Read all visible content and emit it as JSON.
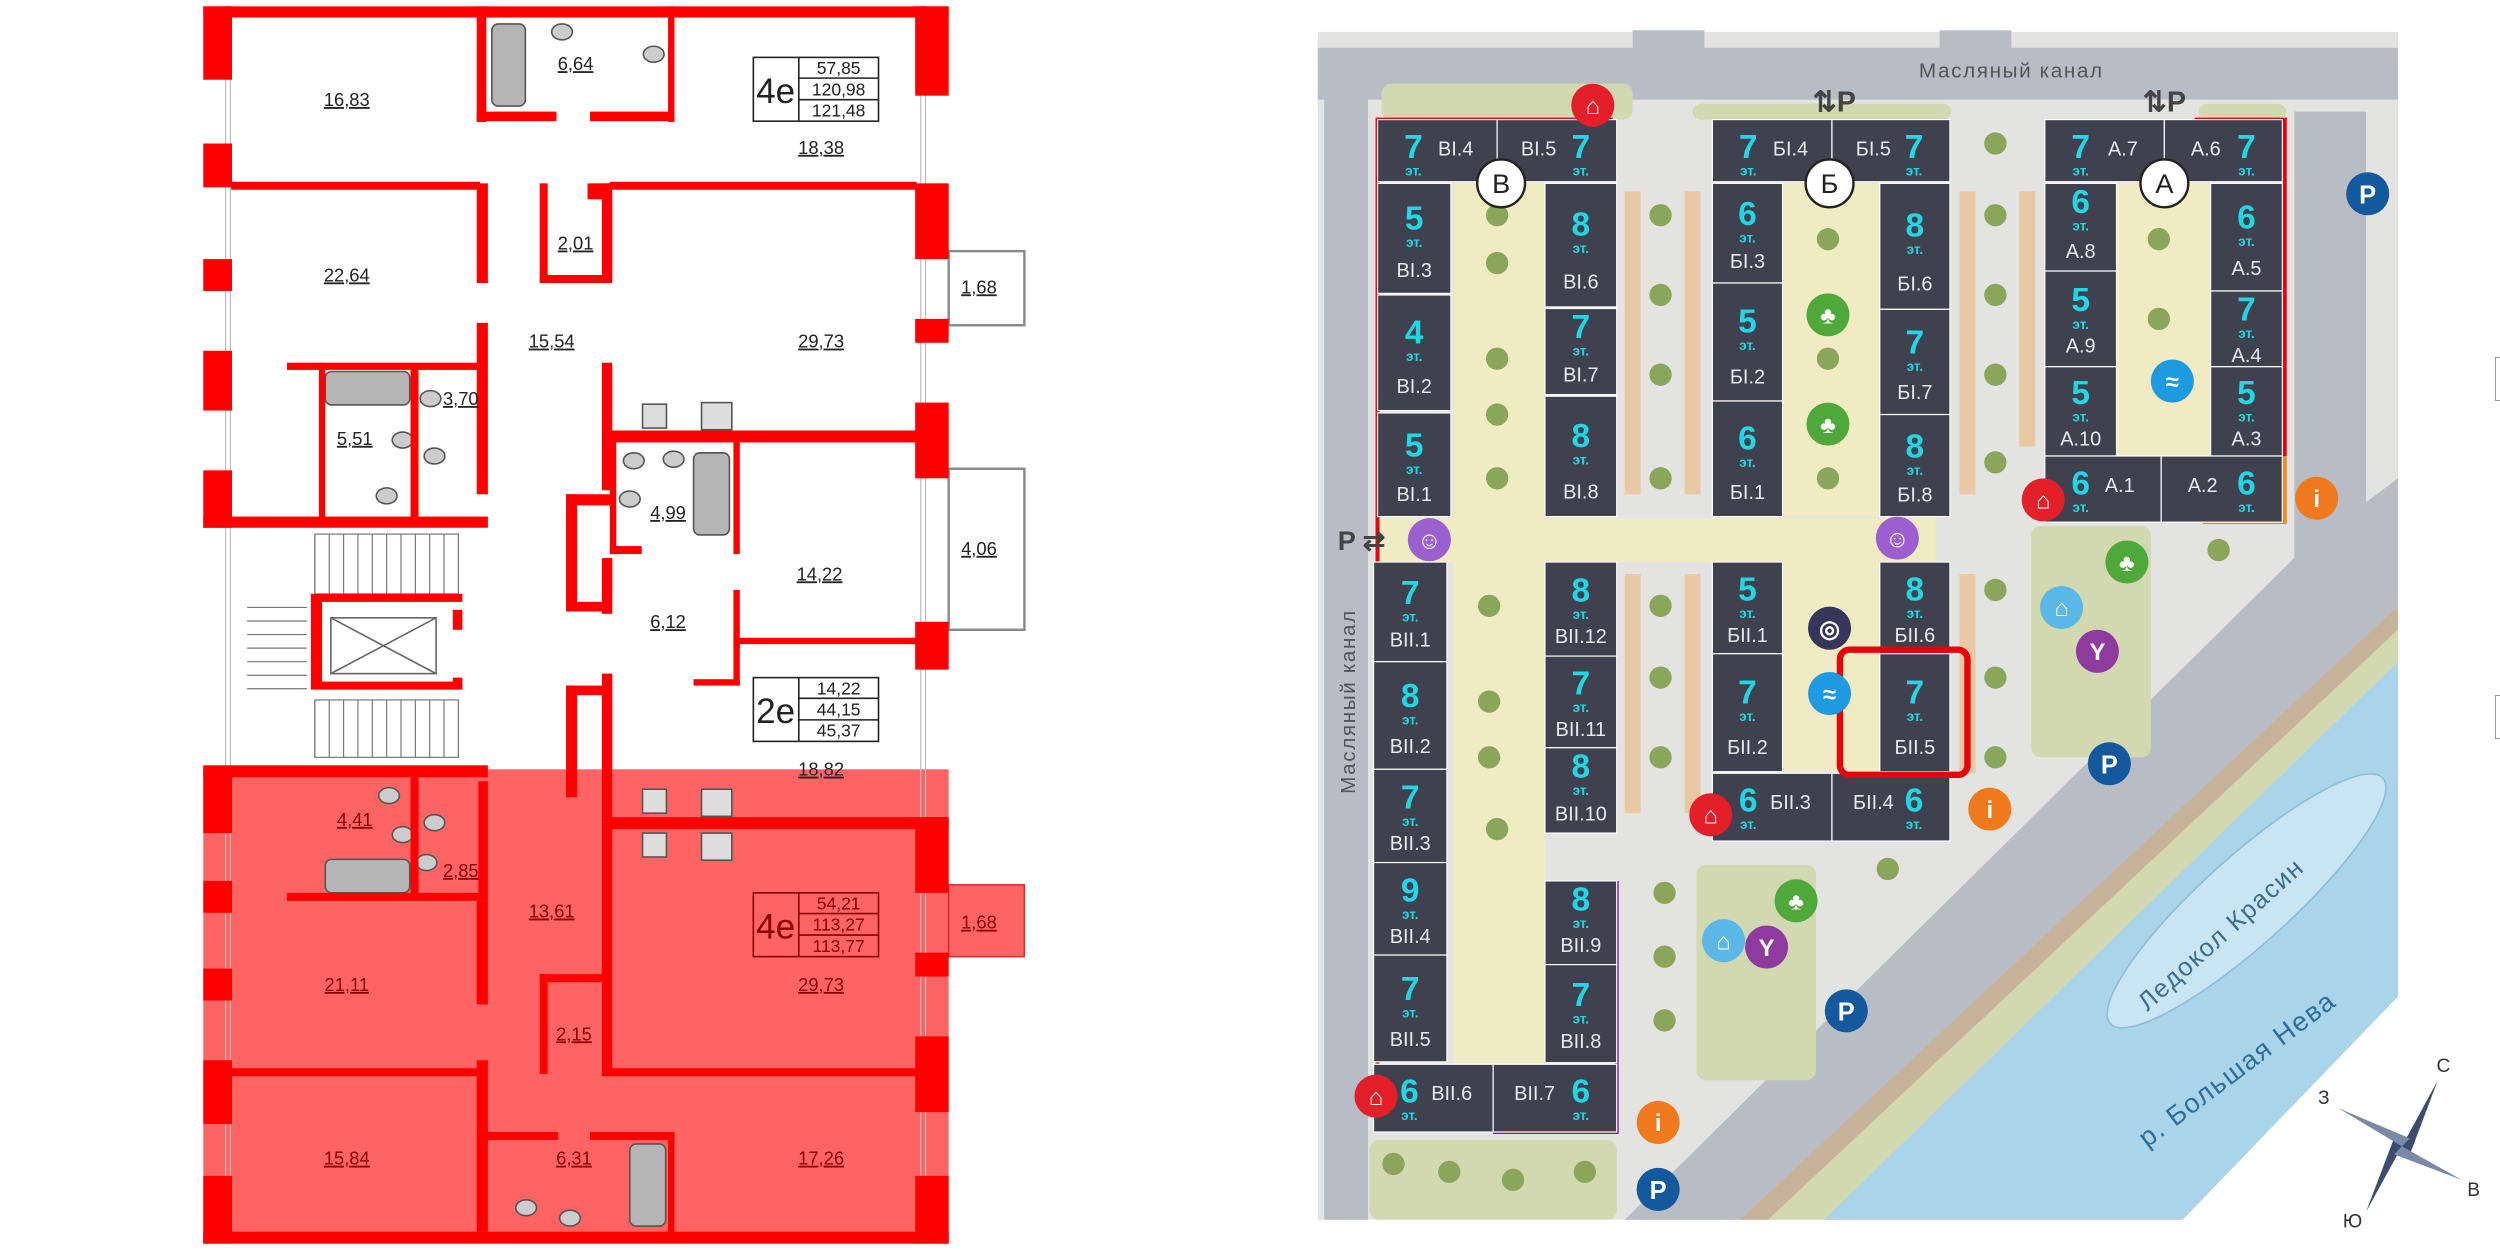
{
  "floor_plan": {
    "apartments": [
      {
        "type": "4е",
        "areas": [
          "57,85",
          "120,98",
          "121,48"
        ],
        "selected": false
      },
      {
        "type": "2е",
        "areas": [
          "14,22",
          "44,15",
          "45,37"
        ],
        "selected": false
      },
      {
        "type": "4е",
        "areas": [
          "54,21",
          "113,27",
          "113,77"
        ],
        "selected": true
      }
    ],
    "rooms": [
      "16,83",
      "6,64",
      "18,38",
      "22,64",
      "2,01",
      "1,68",
      "15,54",
      "29,73",
      "3,70",
      "5,51",
      "4,99",
      "14,22",
      "4,06",
      "6,12",
      "18,82",
      "4,41",
      "2,85",
      "13,61",
      "1,68",
      "21,11",
      "29,73",
      "2,15",
      "15,84",
      "6,31",
      "17,26"
    ],
    "colors": {
      "wall": "#ff0000",
      "selected_fill": "#ff6464",
      "selected_text": "#8a0000"
    }
  },
  "site_map": {
    "labels": {
      "canal_top": "Масляный канал",
      "canal_left": "Масляный канал",
      "icebreaker": "Ледокол Красин",
      "river": "р. Большая Нева",
      "parking_entry_1": "⇅P",
      "parking_entry_2": "⇅P",
      "parking_side": "P ⇄"
    },
    "floor_suffix": "эт.",
    "sections": [
      "В",
      "Б",
      "А"
    ],
    "selected_block": "БII.5",
    "blocks": [
      {
        "name": "ВI.4",
        "floors": "7"
      },
      {
        "name": "ВI.5",
        "floors": "7"
      },
      {
        "name": "ВI.3",
        "floors": "5"
      },
      {
        "name": "ВI.2",
        "floors": "4"
      },
      {
        "name": "ВI.1",
        "floors": "5"
      },
      {
        "name": "ВI.6",
        "floors": "8"
      },
      {
        "name": "ВI.7",
        "floors": "7"
      },
      {
        "name": "ВI.8",
        "floors": "8"
      },
      {
        "name": "ВII.1",
        "floors": "7"
      },
      {
        "name": "ВII.2",
        "floors": "8"
      },
      {
        "name": "ВII.3",
        "floors": "7"
      },
      {
        "name": "ВII.4",
        "floors": "9"
      },
      {
        "name": "ВII.5",
        "floors": "7"
      },
      {
        "name": "ВII.12",
        "floors": "8"
      },
      {
        "name": "ВII.11",
        "floors": "7"
      },
      {
        "name": "ВII.10",
        "floors": "8"
      },
      {
        "name": "ВII.9",
        "floors": "8"
      },
      {
        "name": "ВII.8",
        "floors": "7"
      },
      {
        "name": "ВII.6",
        "floors": "6"
      },
      {
        "name": "ВII.7",
        "floors": "6"
      },
      {
        "name": "БI.4",
        "floors": "7"
      },
      {
        "name": "БI.5",
        "floors": "7"
      },
      {
        "name": "БI.3",
        "floors": "6"
      },
      {
        "name": "БI.2",
        "floors": "5"
      },
      {
        "name": "БI.1",
        "floors": "6"
      },
      {
        "name": "БI.6",
        "floors": "8"
      },
      {
        "name": "БI.7",
        "floors": "7"
      },
      {
        "name": "БI.8",
        "floors": "8"
      },
      {
        "name": "БII.1",
        "floors": "5"
      },
      {
        "name": "БII.2",
        "floors": "7"
      },
      {
        "name": "БII.6",
        "floors": "8"
      },
      {
        "name": "БII.5",
        "floors": "7"
      },
      {
        "name": "БII.3",
        "floors": "6"
      },
      {
        "name": "БII.4",
        "floors": "6"
      },
      {
        "name": "А.7",
        "floors": "7"
      },
      {
        "name": "А.6",
        "floors": "7"
      },
      {
        "name": "А.8",
        "floors": "6"
      },
      {
        "name": "А.9",
        "floors": "5"
      },
      {
        "name": "А.10",
        "floors": "5"
      },
      {
        "name": "А.5",
        "floors": "6"
      },
      {
        "name": "А.4",
        "floors": "7"
      },
      {
        "name": "А.3",
        "floors": "5"
      },
      {
        "name": "А.1",
        "floors": "6"
      },
      {
        "name": "А.2",
        "floors": "6"
      }
    ],
    "icons": {
      "entrance": "entrance-arch-icon",
      "parking": "parking-icon",
      "info": "info-icon",
      "yoga": "yoga-icon",
      "bench": "park-bench-icon",
      "pool": "pool-icon",
      "fountain": "fountain-icon",
      "playground": "playground-icon",
      "workout": "workout-icon"
    },
    "parking_letter": "P",
    "compass": {
      "n": "С",
      "w": "З",
      "e": "В",
      "s": "Ю"
    },
    "colors": {
      "block": "#3f414f",
      "floors": "#22d6e6",
      "highlight": "#e8000b",
      "road": "#b8bdc5",
      "river": "#a9d4ea",
      "courtyard": "#f1ebc4",
      "green": "#d2d9b0",
      "paving": "#e3e3e1"
    }
  }
}
